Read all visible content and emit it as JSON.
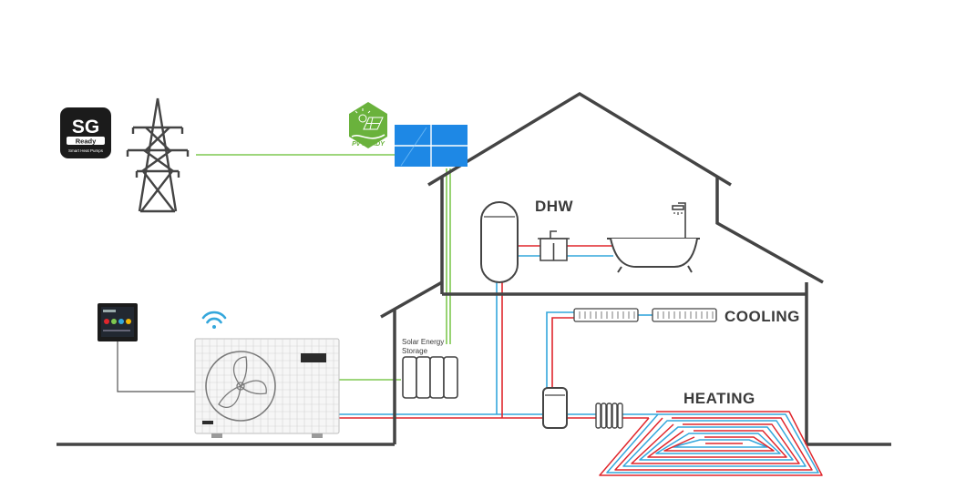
{
  "diagram": {
    "labels": {
      "dhw": "DHW",
      "cooling": "COOLING",
      "heating": "HEATING",
      "storage_line1": "Solar Energy",
      "storage_line2": "Storage"
    },
    "badges": {
      "sg_big": "SG",
      "sg_ready": "Ready",
      "sg_sub": "Smart Heat Pumps",
      "pv_text": "PV READY"
    }
  },
  "colors": {
    "outline": "#444444",
    "green_line": "#7ec850",
    "red_line": "#e0262c",
    "blue_line": "#34a7dc",
    "solar_panel": "#1e88e5",
    "badge_green": "#6ab23c"
  },
  "icons": [
    "sg-ready-badge-icon",
    "pylon-icon",
    "pv-ready-icon",
    "solar-panel-icon",
    "wifi-icon",
    "controller-icon",
    "heat-pump-icon",
    "hot-water-tank-icon",
    "sink-icon",
    "shower-icon",
    "bathtub-icon",
    "radiator-icon",
    "battery-storage-icon",
    "buffer-tank-icon",
    "underfloor-heating-icon"
  ]
}
